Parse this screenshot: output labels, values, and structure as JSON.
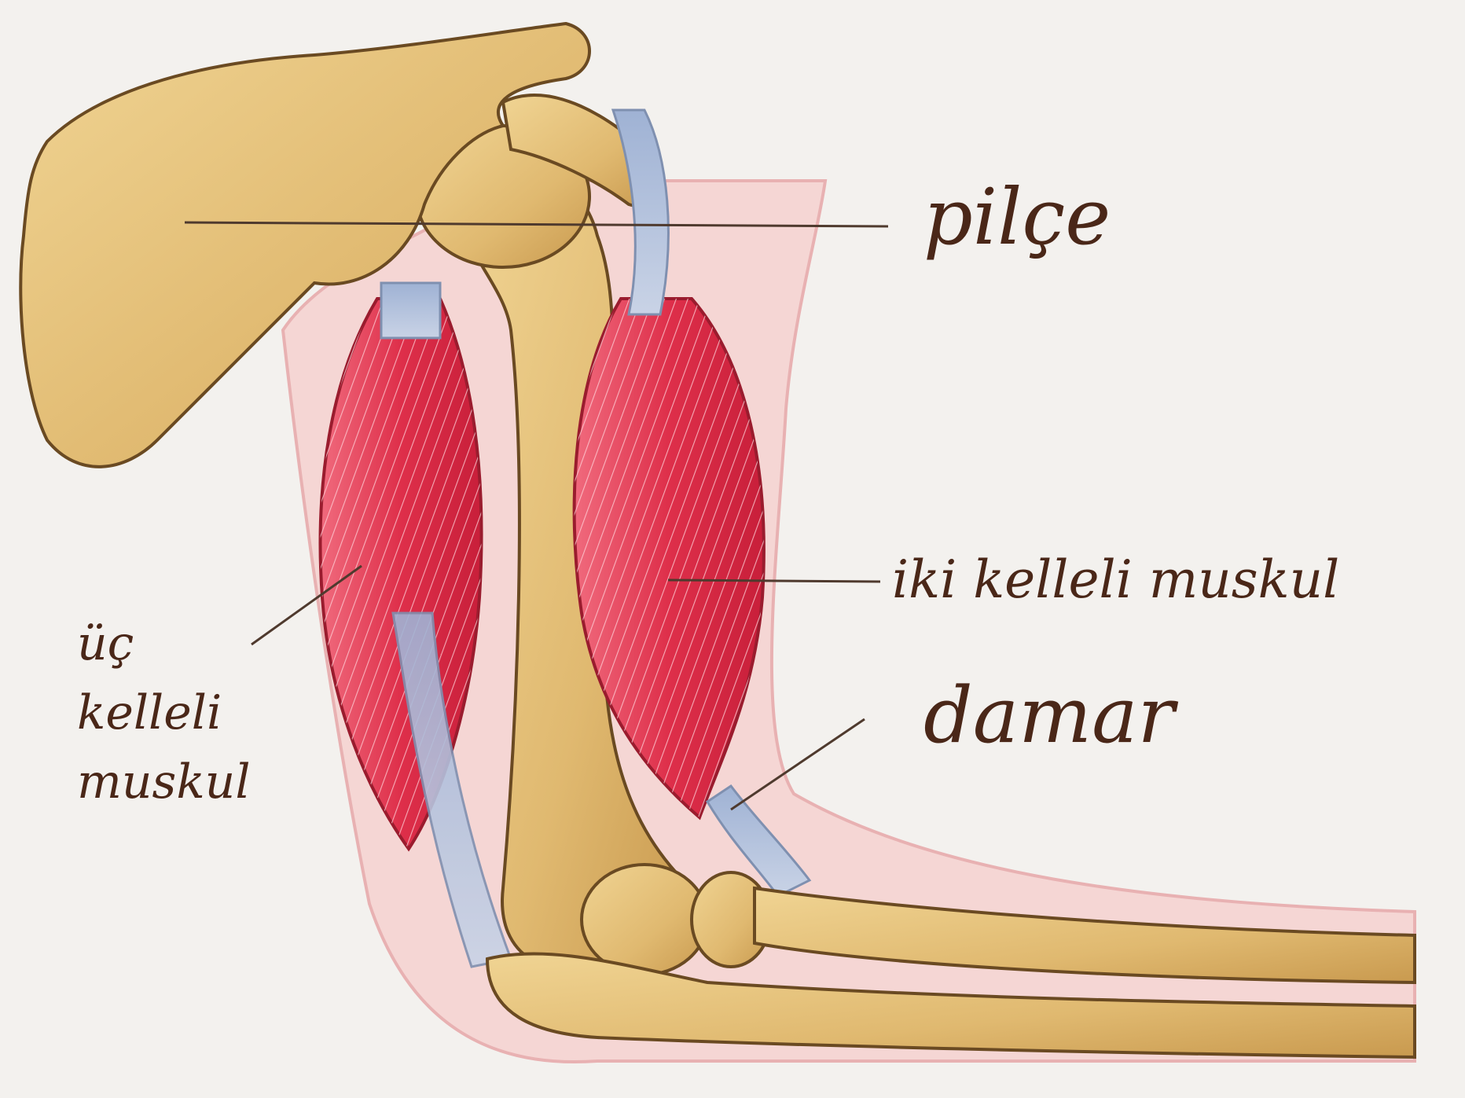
{
  "labels": {
    "scapula": "pilçe",
    "biceps": "iki kelleli muskul",
    "vessel": "damar",
    "triceps": [
      "üç",
      "kelleli",
      "muskul"
    ]
  },
  "colors": {
    "bone": "#e7c57e",
    "bone_shadow": "#c08a3f",
    "muscle": "#e0344e",
    "tendon": "#a9b9d6",
    "skin": "#f4c8c6",
    "text": "#4a2718",
    "background": "#f3f1ee"
  }
}
